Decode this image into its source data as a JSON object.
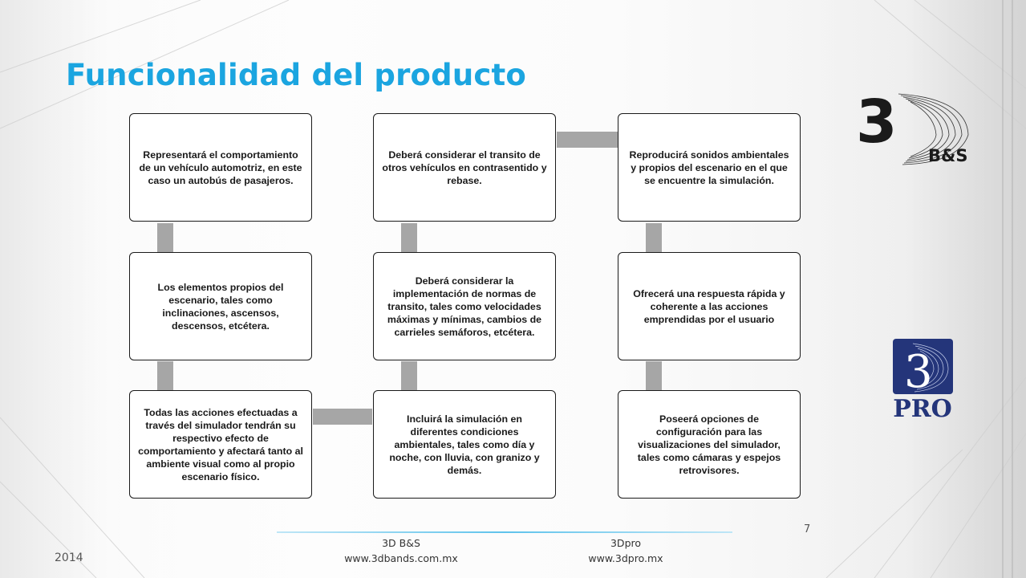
{
  "slide": {
    "title": "Funcionalidad del producto",
    "page_number": "7",
    "year": "2014"
  },
  "flow_boxes": [
    {
      "text": "Representará el comportamiento de un vehículo automotriz, en este caso un autobús de pasajeros."
    },
    {
      "text": "Los elementos propios del escenario, tales como inclinaciones, ascensos, descensos, etcétera."
    },
    {
      "text": "Todas las acciones efectuadas a través del simulador tendrán su respectivo efecto de comportamiento y afectará tanto al ambiente visual como al propio escenario físico."
    },
    {
      "text": "Deberá considerar el transito de otros vehículos en contrasentido y rebase."
    },
    {
      "text": "Deberá considerar la implementación de normas de transito, tales como velocidades máximas y mínimas, cambios de carrieles semáforos, etcétera."
    },
    {
      "text": "Incluirá la simulación en diferentes condiciones ambientales, tales como día y noche, con lluvia, con granizo y demás."
    },
    {
      "text": "Reproducirá sonidos ambientales y propios del escenario en el que se encuentre la simulación."
    },
    {
      "text": "Ofrecerá una respuesta rápida y coherente a las acciones emprendidas por el usuario"
    },
    {
      "text": "Poseerá opciones de configuración para las visualizaciones del simulador, tales como cámaras y espejos retrovisores."
    }
  ],
  "logos": {
    "bs": {
      "mark": "3",
      "label": "B&S"
    },
    "pro": {
      "mark": "3",
      "label": "PRO"
    }
  },
  "footer": {
    "left_company": "3D B&S",
    "left_url": "www.3dbands.com.mx",
    "right_company": "3Dpro",
    "right_url": "www.3dpro.mx"
  },
  "colors": {
    "title": "#1ba5e0",
    "connector": "#a6a6a6",
    "box_border": "#1a1a1a",
    "logo_pro_bg": "#24357a"
  }
}
